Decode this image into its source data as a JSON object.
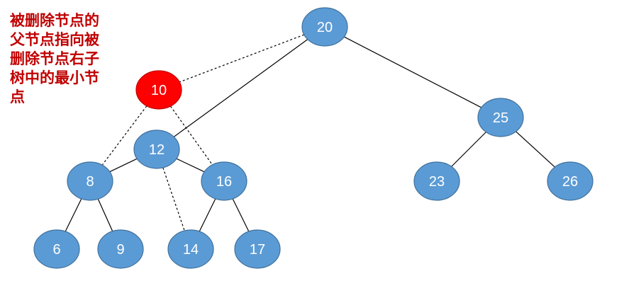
{
  "annotation": {
    "text": "被删除节点的父节点指向被删除节点右子树中的最小节点"
  },
  "colors": {
    "node_fill": "#5b9bd5",
    "node_stroke": "#41719c",
    "deleted_fill": "#ff0000",
    "deleted_stroke": "#c00000",
    "edge": "#000000",
    "annotation": "#c00000"
  },
  "nodes": [
    {
      "id": "n20",
      "label": "20"
    },
    {
      "id": "n10",
      "label": "10",
      "deleted": true
    },
    {
      "id": "n25",
      "label": "25"
    },
    {
      "id": "n12",
      "label": "12"
    },
    {
      "id": "n8",
      "label": "8"
    },
    {
      "id": "n16",
      "label": "16"
    },
    {
      "id": "n23",
      "label": "23"
    },
    {
      "id": "n26",
      "label": "26"
    },
    {
      "id": "n6",
      "label": "6"
    },
    {
      "id": "n9",
      "label": "9"
    },
    {
      "id": "n14",
      "label": "14"
    },
    {
      "id": "n17",
      "label": "17"
    }
  ],
  "edges": [
    {
      "from": "n20",
      "to": "n12",
      "style": "solid"
    },
    {
      "from": "n20",
      "to": "n25",
      "style": "solid"
    },
    {
      "from": "n25",
      "to": "n23",
      "style": "solid"
    },
    {
      "from": "n25",
      "to": "n26",
      "style": "solid"
    },
    {
      "from": "n12",
      "to": "n8",
      "style": "solid"
    },
    {
      "from": "n12",
      "to": "n16",
      "style": "solid"
    },
    {
      "from": "n8",
      "to": "n6",
      "style": "solid"
    },
    {
      "from": "n8",
      "to": "n9",
      "style": "solid"
    },
    {
      "from": "n16",
      "to": "n14",
      "style": "solid"
    },
    {
      "from": "n16",
      "to": "n17",
      "style": "solid"
    },
    {
      "from": "n20",
      "to": "n10",
      "style": "dashed"
    },
    {
      "from": "n10",
      "to": "n8",
      "style": "dashed"
    },
    {
      "from": "n10",
      "to": "n16",
      "style": "dashed"
    },
    {
      "from": "n12",
      "to": "n14",
      "style": "dashed"
    }
  ]
}
